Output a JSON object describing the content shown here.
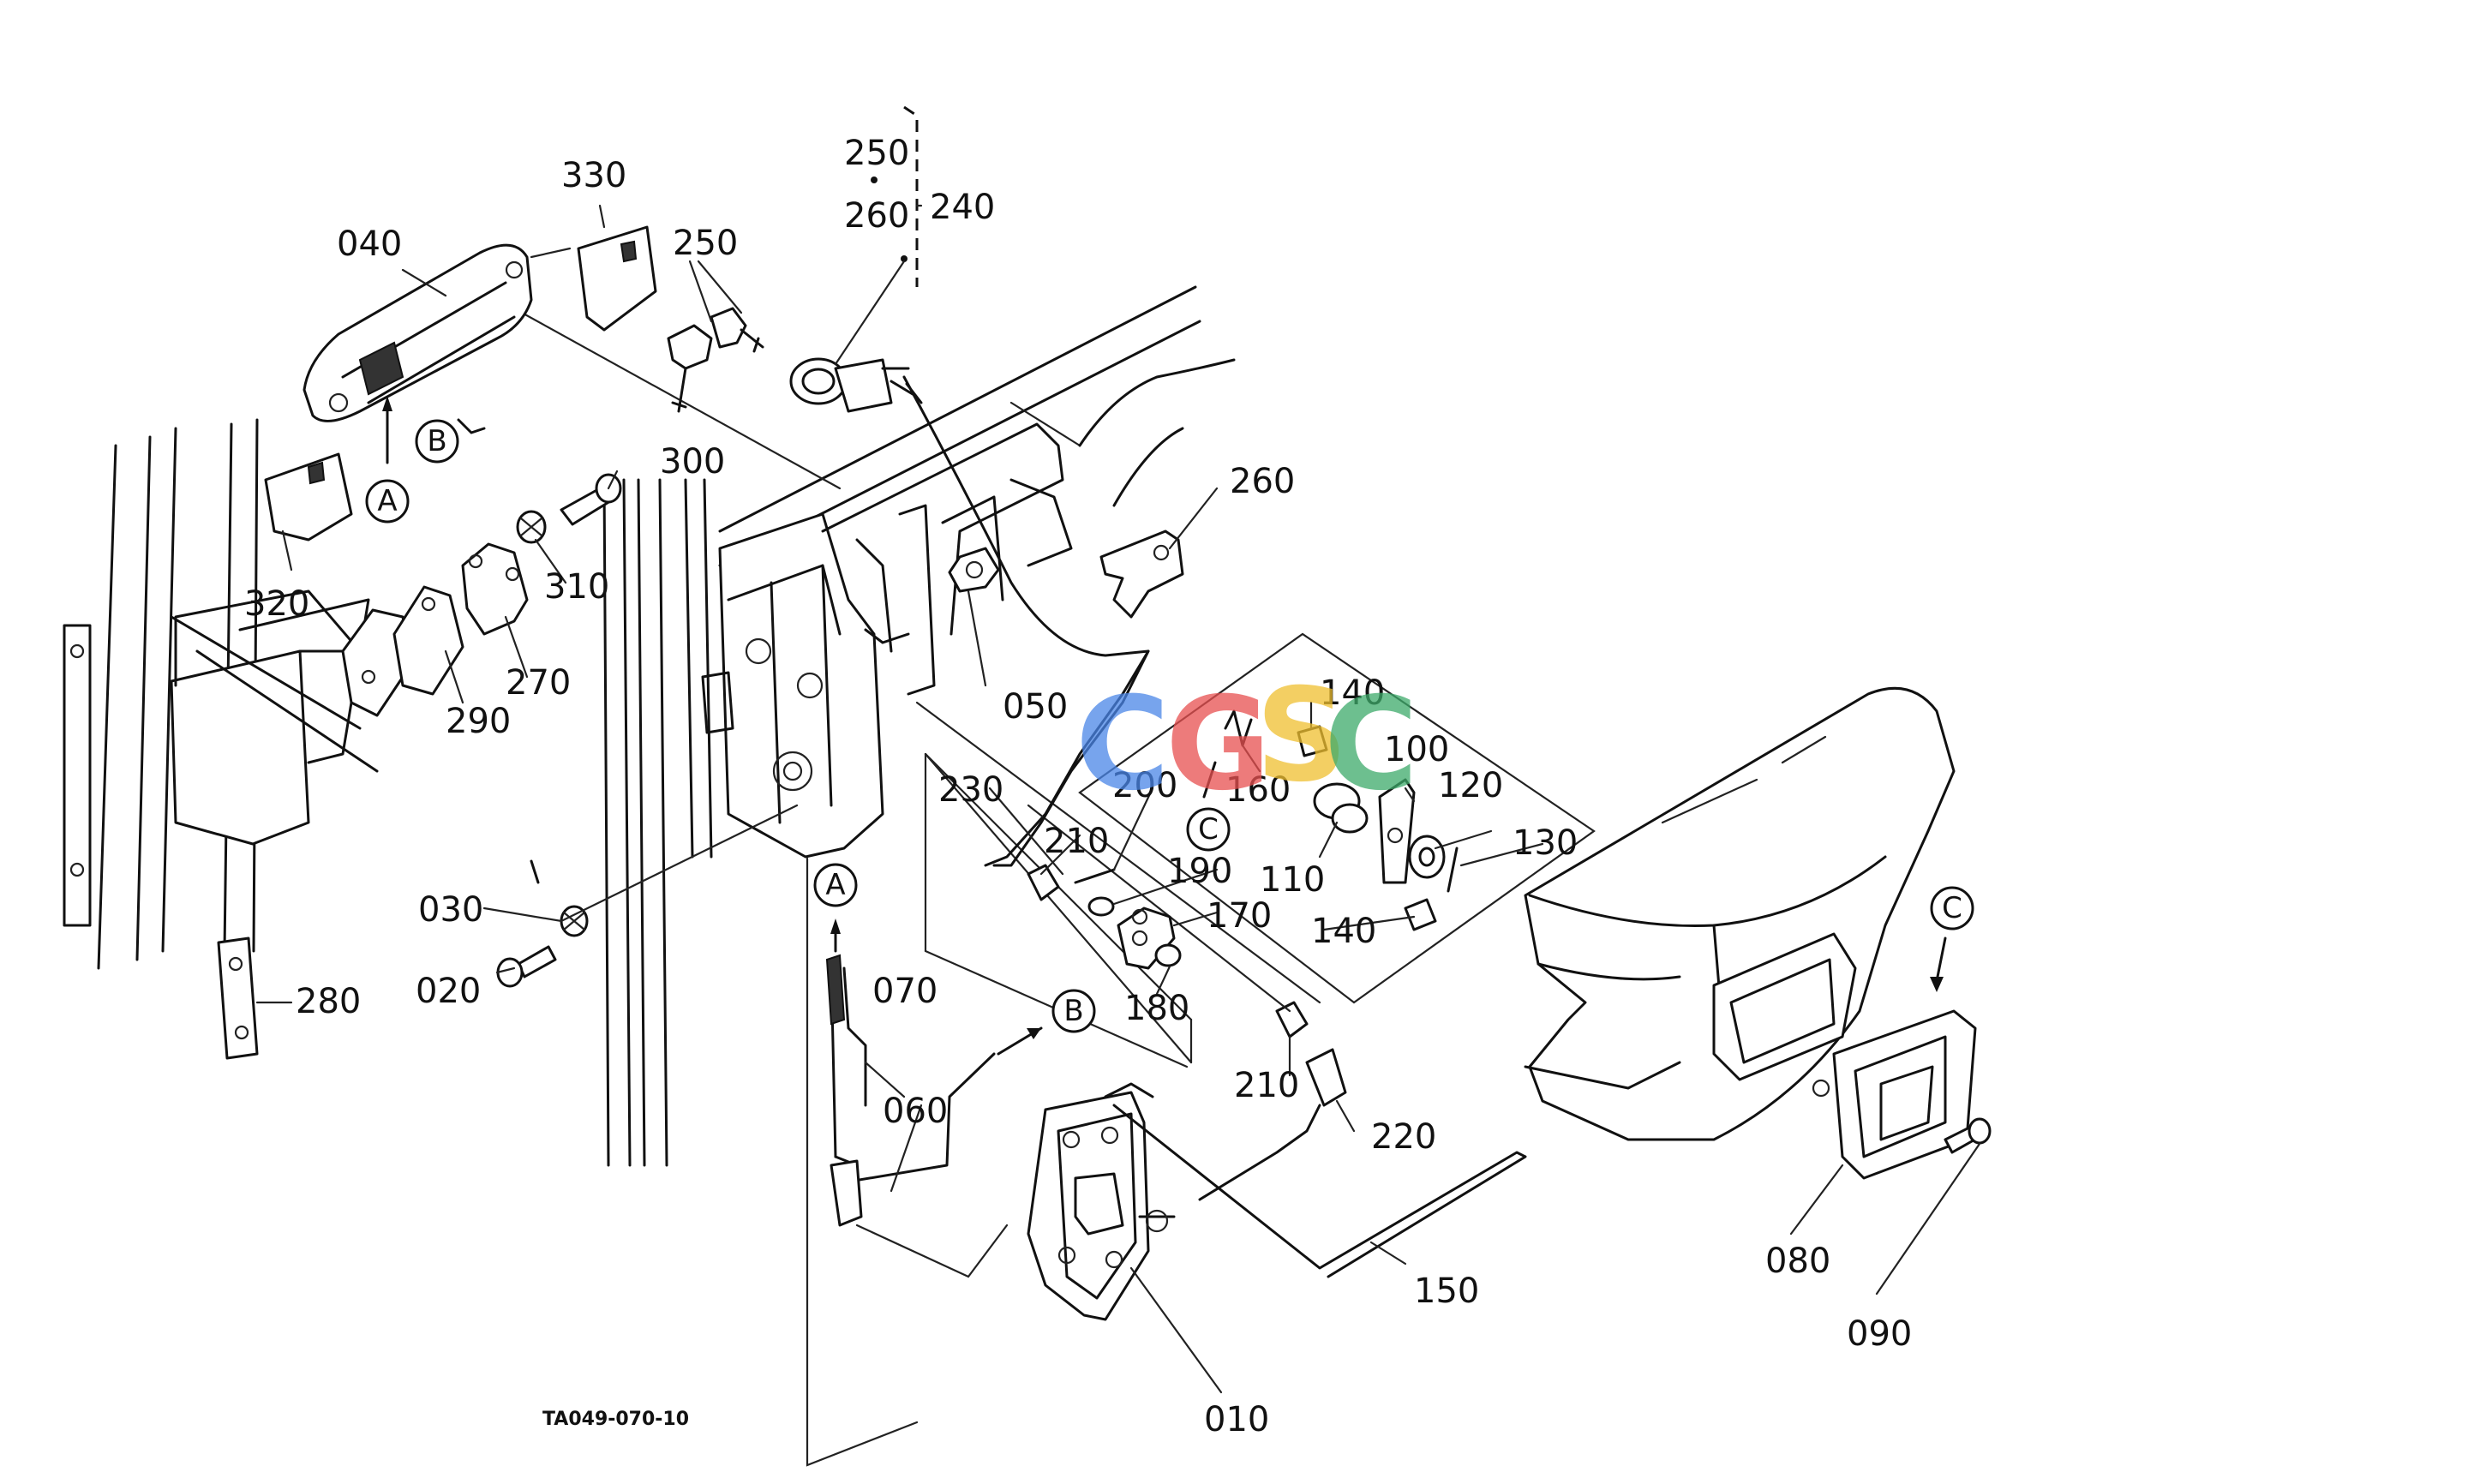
{
  "drawing_code": "TA049-070-10",
  "watermark": {
    "letters": [
      "C",
      "G",
      "S",
      "C"
    ],
    "colors": [
      "#4a86e8",
      "#e85050",
      "#f0c030",
      "#3daa6a"
    ]
  },
  "ref_markers": {
    "a": "A",
    "b": "B",
    "c": "C"
  },
  "part_labels": {
    "p010": "010",
    "p020": "020",
    "p030": "030",
    "p040": "040",
    "p050": "050",
    "p060": "060",
    "p070": "070",
    "p080": "080",
    "p090": "090",
    "p100": "100",
    "p110": "110",
    "p120": "120",
    "p130": "130",
    "p140": "140",
    "p150": "150",
    "p160": "160",
    "p170": "170",
    "p180": "180",
    "p190": "190",
    "p200": "200",
    "p210": "210",
    "p220": "220",
    "p230": "230",
    "p240": "240",
    "p250": "250",
    "p260": "260",
    "p270": "270",
    "p280": "280",
    "p290": "290",
    "p300": "300",
    "p310": "310",
    "p320": "320",
    "p330": "330"
  }
}
